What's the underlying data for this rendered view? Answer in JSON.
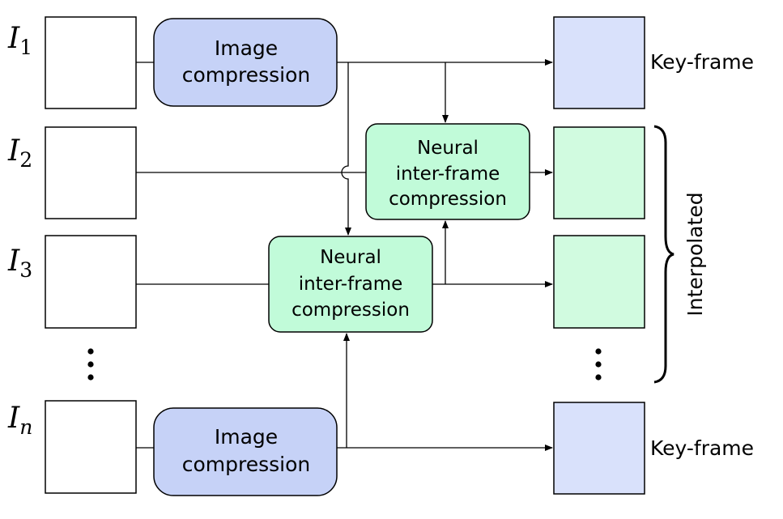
{
  "frames": {
    "i1": {
      "symbol": "I",
      "subscript": "1"
    },
    "i2": {
      "symbol": "I",
      "subscript": "2"
    },
    "i3": {
      "symbol": "I",
      "subscript": "3"
    },
    "in": {
      "symbol": "I",
      "subscript": "n"
    }
  },
  "blocks": {
    "image_compression_top": {
      "line1": "Image",
      "line2": "compression"
    },
    "image_compression_bottom": {
      "line1": "Image",
      "line2": "compression"
    },
    "inter_frame_upper": {
      "line1": "Neural",
      "line2": "inter-frame",
      "line3": "compression"
    },
    "inter_frame_lower": {
      "line1": "Neural",
      "line2": "inter-frame",
      "line3": "compression"
    }
  },
  "outputs": {
    "keyframe_top": "Key-frame",
    "keyframe_bottom": "Key-frame",
    "interpolated": "Interpolated"
  },
  "colors": {
    "image_compression_fill": "#c6d2f7",
    "keyframe_fill": "#d9e1fb",
    "inter_frame_fill": "#c1fbd9",
    "interpolated_fill": "#d1fbe0",
    "stroke": "#000000"
  }
}
